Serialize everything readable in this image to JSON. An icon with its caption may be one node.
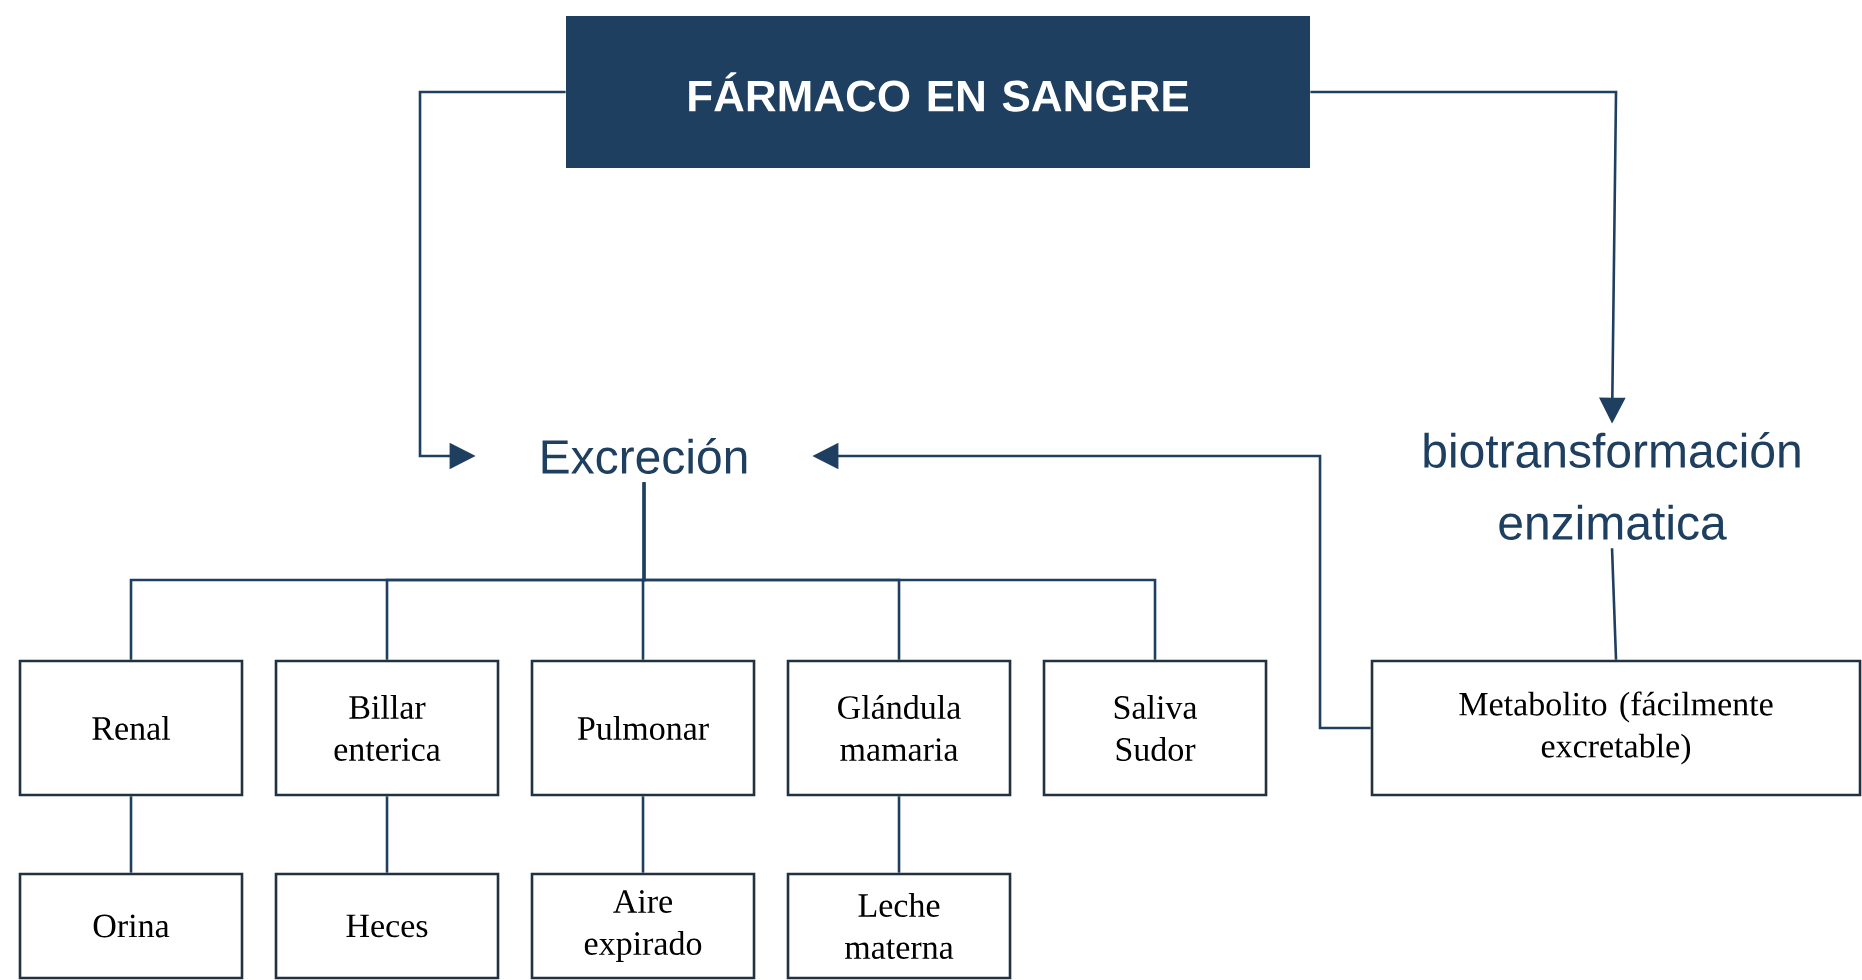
{
  "diagram": {
    "nodes": [
      {
        "text": [
          "FÁRMACO EN SANGRE"
        ]
      },
      {
        "text": [
          "Excreción"
        ]
      },
      {
        "text": [
          "biotransformación enzimatica"
        ]
      },
      {
        "text": [
          "Renal"
        ]
      },
      {
        "text": [
          "Billar enterica"
        ]
      },
      {
        "text": [
          "Pulmonar"
        ]
      },
      {
        "text": [
          "Glándula mamaria"
        ]
      },
      {
        "text": [
          "Saliva Sudor"
        ]
      },
      {
        "text": [
          "Metabolito (fácilmente excretable)"
        ]
      },
      {
        "text": [
          "Orina"
        ]
      },
      {
        "text": [
          "Heces"
        ]
      },
      {
        "text": [
          "Aire expirado"
        ]
      },
      {
        "text": [
          "Leche materna"
        ]
      }
    ],
    "edges": [
      {
        "from": 0,
        "to": 1,
        "arrow": "to"
      },
      {
        "from": 0,
        "to": 2,
        "arrow": "to"
      },
      {
        "from": 8,
        "to": 1,
        "arrow": "to"
      },
      {
        "from": 1,
        "to": 3,
        "arrow": "none"
      },
      {
        "from": 1,
        "to": 4,
        "arrow": "none"
      },
      {
        "from": 1,
        "to": 5,
        "arrow": "none"
      },
      {
        "from": 1,
        "to": 6,
        "arrow": "none"
      },
      {
        "from": 1,
        "to": 7,
        "arrow": "none"
      },
      {
        "from": 2,
        "to": 8,
        "arrow": "none"
      },
      {
        "from": 3,
        "to": 9,
        "arrow": "none"
      },
      {
        "from": 4,
        "to": 10,
        "arrow": "none"
      },
      {
        "from": 5,
        "to": 11,
        "arrow": "none"
      },
      {
        "from": 6,
        "to": 12,
        "arrow": "none"
      }
    ]
  }
}
